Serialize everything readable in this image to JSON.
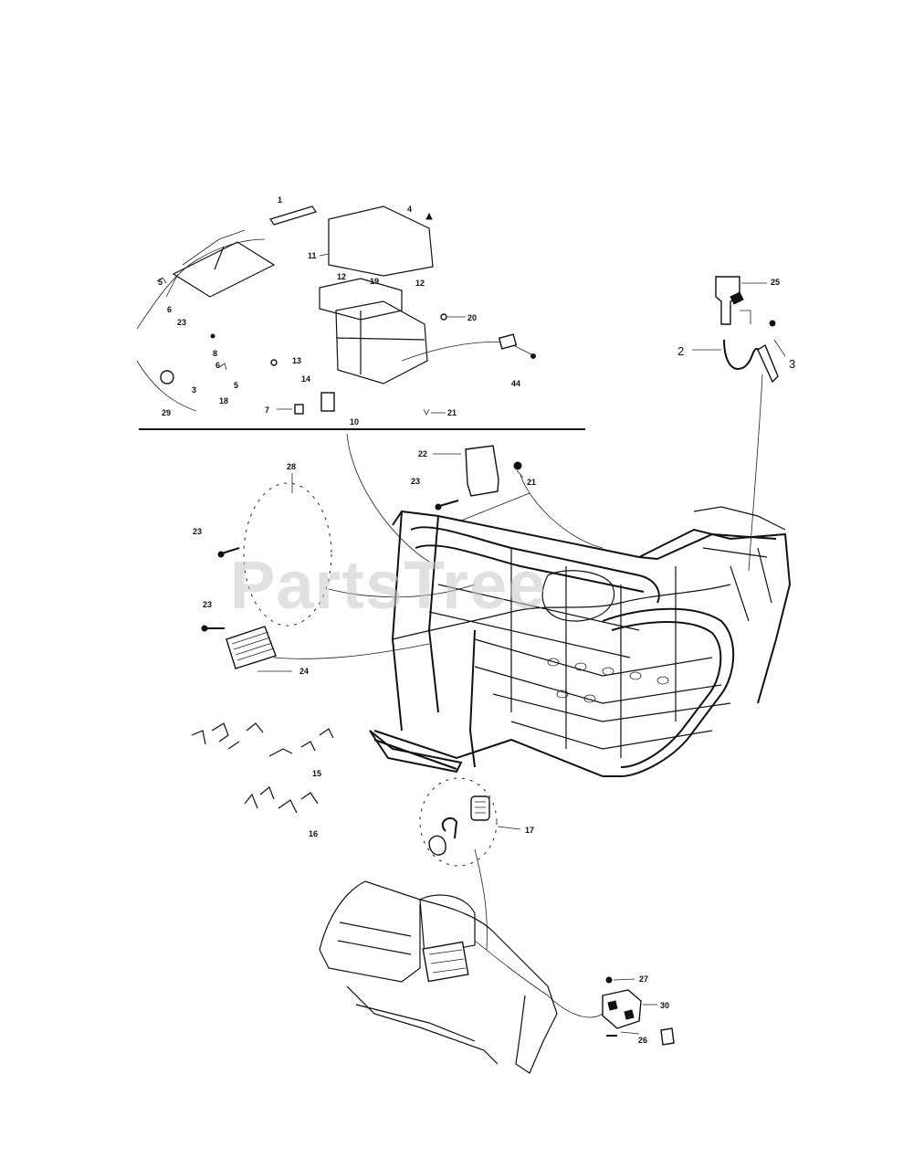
{
  "watermark": "PartsTree",
  "callouts": {
    "c1": "1",
    "c4": "4",
    "c11": "11",
    "c12a": "12",
    "c19": "19",
    "c12b": "12",
    "c5a": "5",
    "c6a": "6",
    "c23a": "23",
    "c20": "20",
    "c8": "8",
    "c6b": "6",
    "c13": "13",
    "c3a": "3",
    "c5b": "5",
    "c14": "14",
    "c18": "18",
    "c29": "29",
    "c7": "7",
    "c10": "10",
    "c21a": "21",
    "c44": "44",
    "c25": "25",
    "c2": "2",
    "c3b": "3",
    "c22": "22",
    "c21b": "21",
    "c23b": "23",
    "c28": "28",
    "c23c": "23",
    "c23d": "23",
    "c24": "24",
    "c15": "15",
    "c16": "16",
    "c17": "17",
    "c27": "27",
    "c30": "30",
    "c26": "26"
  }
}
